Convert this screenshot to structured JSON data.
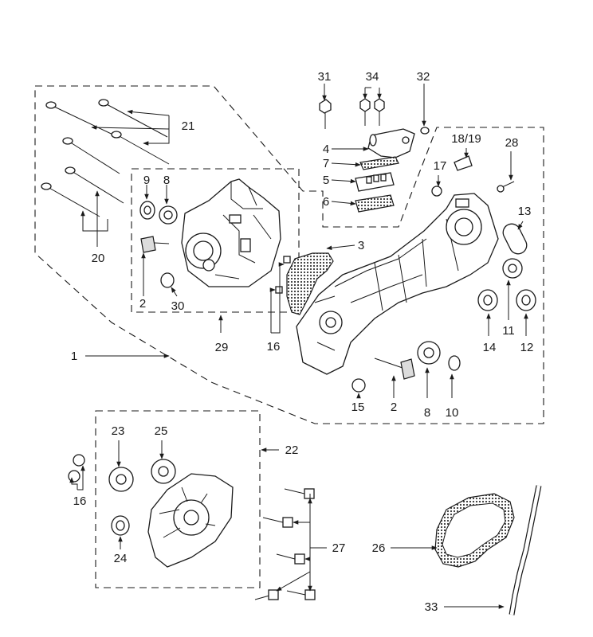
{
  "diagram": {
    "callouts": [
      "1",
      "2",
      "2",
      "3",
      "4",
      "5",
      "6",
      "7",
      "8",
      "8",
      "9",
      "10",
      "11",
      "12",
      "13",
      "14",
      "15",
      "16",
      "16",
      "17",
      "18/19",
      "20",
      "21",
      "22",
      "23",
      "24",
      "25",
      "26",
      "27",
      "28",
      "29",
      "30",
      "31",
      "32",
      "33",
      "34"
    ]
  }
}
